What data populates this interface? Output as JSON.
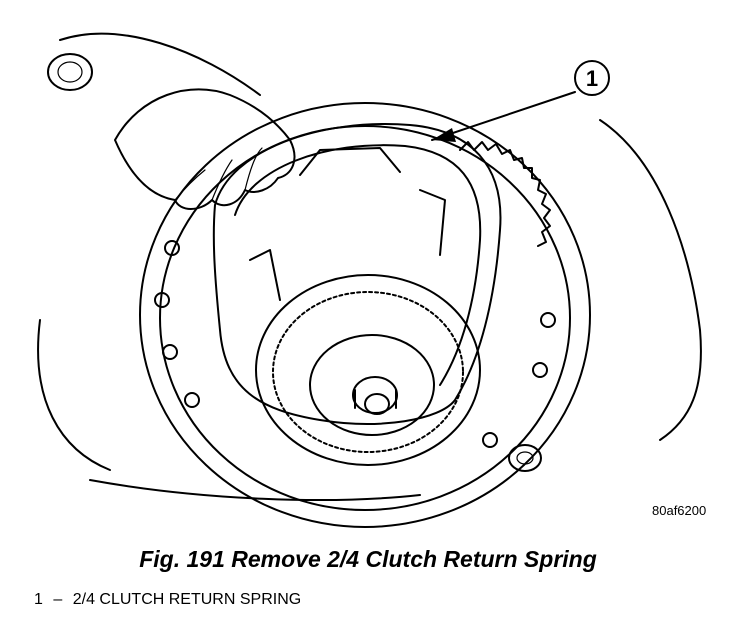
{
  "callout": {
    "number": "1"
  },
  "figure_code": "80af6200",
  "caption": "Fig. 191 Remove 2/4 Clutch Return Spring",
  "legend": {
    "number": "1",
    "separator": "–",
    "label": "2/4 CLUTCH RETURN SPRING"
  }
}
